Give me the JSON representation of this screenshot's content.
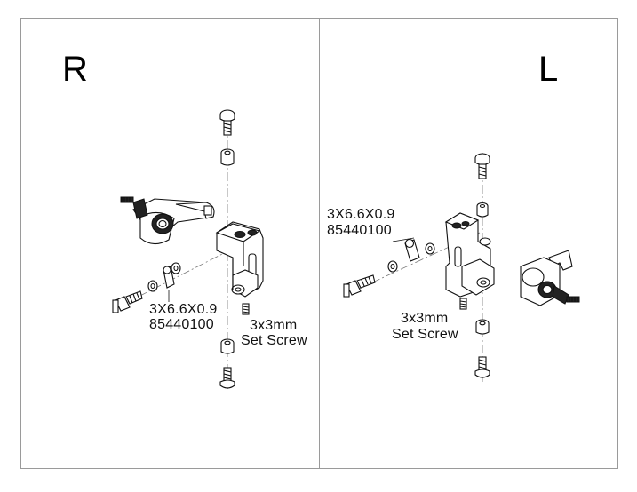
{
  "panels": {
    "right": {
      "letter": "R",
      "spacer_size": "3X6.6X0.9",
      "spacer_part": "85440100",
      "set_screw_size": "3x3mm",
      "set_screw_label": "Set Screw"
    },
    "left": {
      "letter": "L",
      "spacer_size": "3X6.6X0.9",
      "spacer_part": "85440100",
      "set_screw_size": "3x3mm",
      "set_screw_label": "Set Screw"
    }
  }
}
